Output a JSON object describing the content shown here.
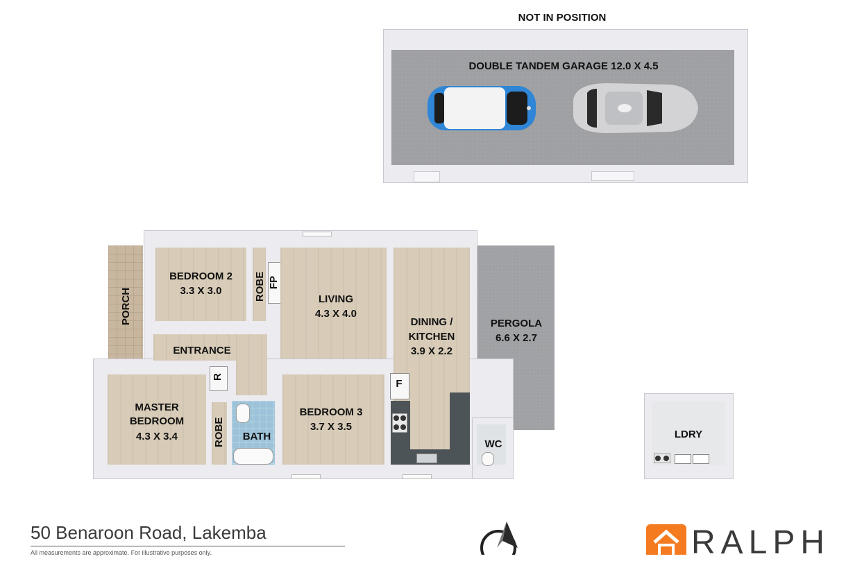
{
  "header": {
    "not_in_position": "NOT IN POSITION"
  },
  "garage": {
    "label": "DOUBLE TANDEM GARAGE 12.0 X 4.5"
  },
  "rooms": {
    "bedroom2": {
      "name": "BEDROOM 2",
      "dims": "3.3 X 3.0"
    },
    "robe_top": "ROBE",
    "fireplace": "FP",
    "living": {
      "name": "LIVING",
      "dims": "4.3 X 4.0"
    },
    "dining": {
      "name": "DINING /",
      "name2": "KITCHEN",
      "dims": "3.9 X 2.2"
    },
    "pergola": {
      "name": "PERGOLA",
      "dims": "6.6 X 2.7"
    },
    "porch": "PORCH",
    "entrance": "ENTRANCE",
    "robe_r": "R",
    "master": {
      "name": "MASTER",
      "name2": "BEDROOM",
      "dims": "4.3 X 3.4"
    },
    "robe_bottom": "ROBE",
    "bath": "BATH",
    "bedroom3": {
      "name": "BEDROOM 3",
      "dims": "3.7 X 3.5"
    },
    "fridge": "F",
    "wc": "WC",
    "laundry": "LDRY"
  },
  "footer": {
    "address": "50 Benaroon Road, Lakemba",
    "disclaimer": "All measurements are approximate. For illustrative purposes only.",
    "brand": "RALPH"
  },
  "colors": {
    "wall": "#ecebf0",
    "wood_floor": "#d8ccb8",
    "garage_floor": "#9fa0a3",
    "pergola_floor": "#a0a1a4",
    "brand_orange": "#f47b20",
    "kitchen_bench": "#4d5458"
  }
}
